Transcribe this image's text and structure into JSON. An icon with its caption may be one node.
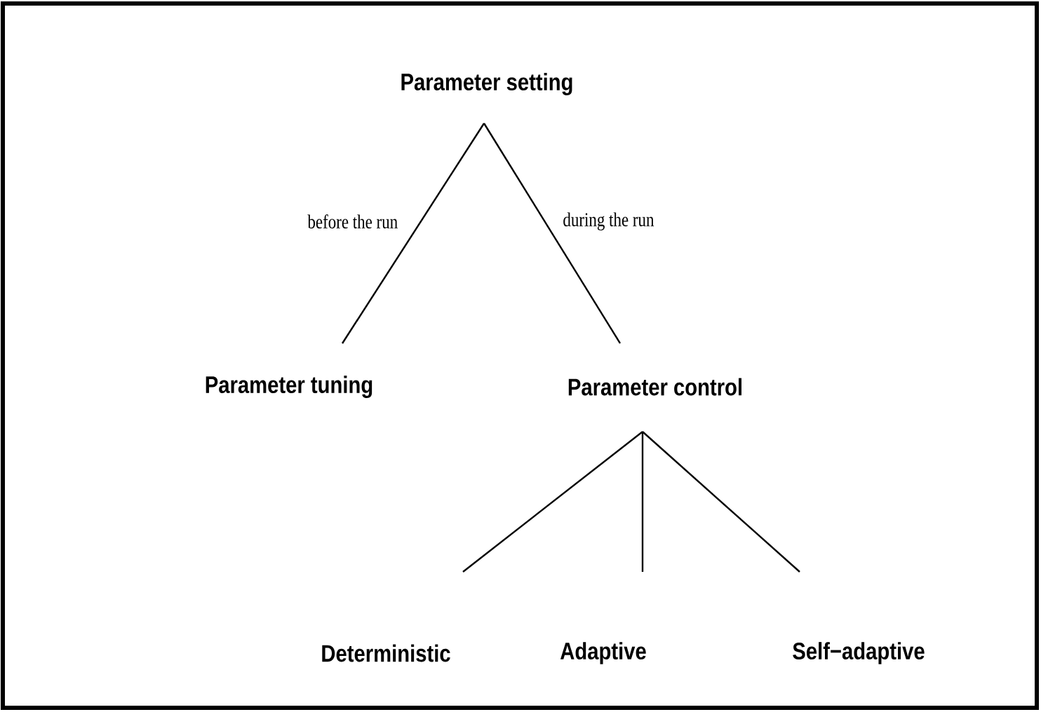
{
  "diagram": {
    "nodes": [
      {
        "text": [
          "Parameter setting"
        ]
      },
      {
        "text": [
          "Parameter tuning"
        ]
      },
      {
        "text": [
          "Parameter control"
        ]
      },
      {
        "text": [
          "Deterministic"
        ]
      },
      {
        "text": [
          "Adaptive"
        ]
      },
      {
        "text": [
          "Self−adaptive"
        ]
      }
    ],
    "edges": [
      {
        "from": 0,
        "to": 1,
        "arrow": "none",
        "label": "before the run"
      },
      {
        "from": 0,
        "to": 2,
        "arrow": "none",
        "label": "during the run"
      },
      {
        "from": 2,
        "to": 3,
        "arrow": "none"
      },
      {
        "from": 2,
        "to": 4,
        "arrow": "none"
      },
      {
        "from": 2,
        "to": 5,
        "arrow": "none"
      }
    ]
  }
}
